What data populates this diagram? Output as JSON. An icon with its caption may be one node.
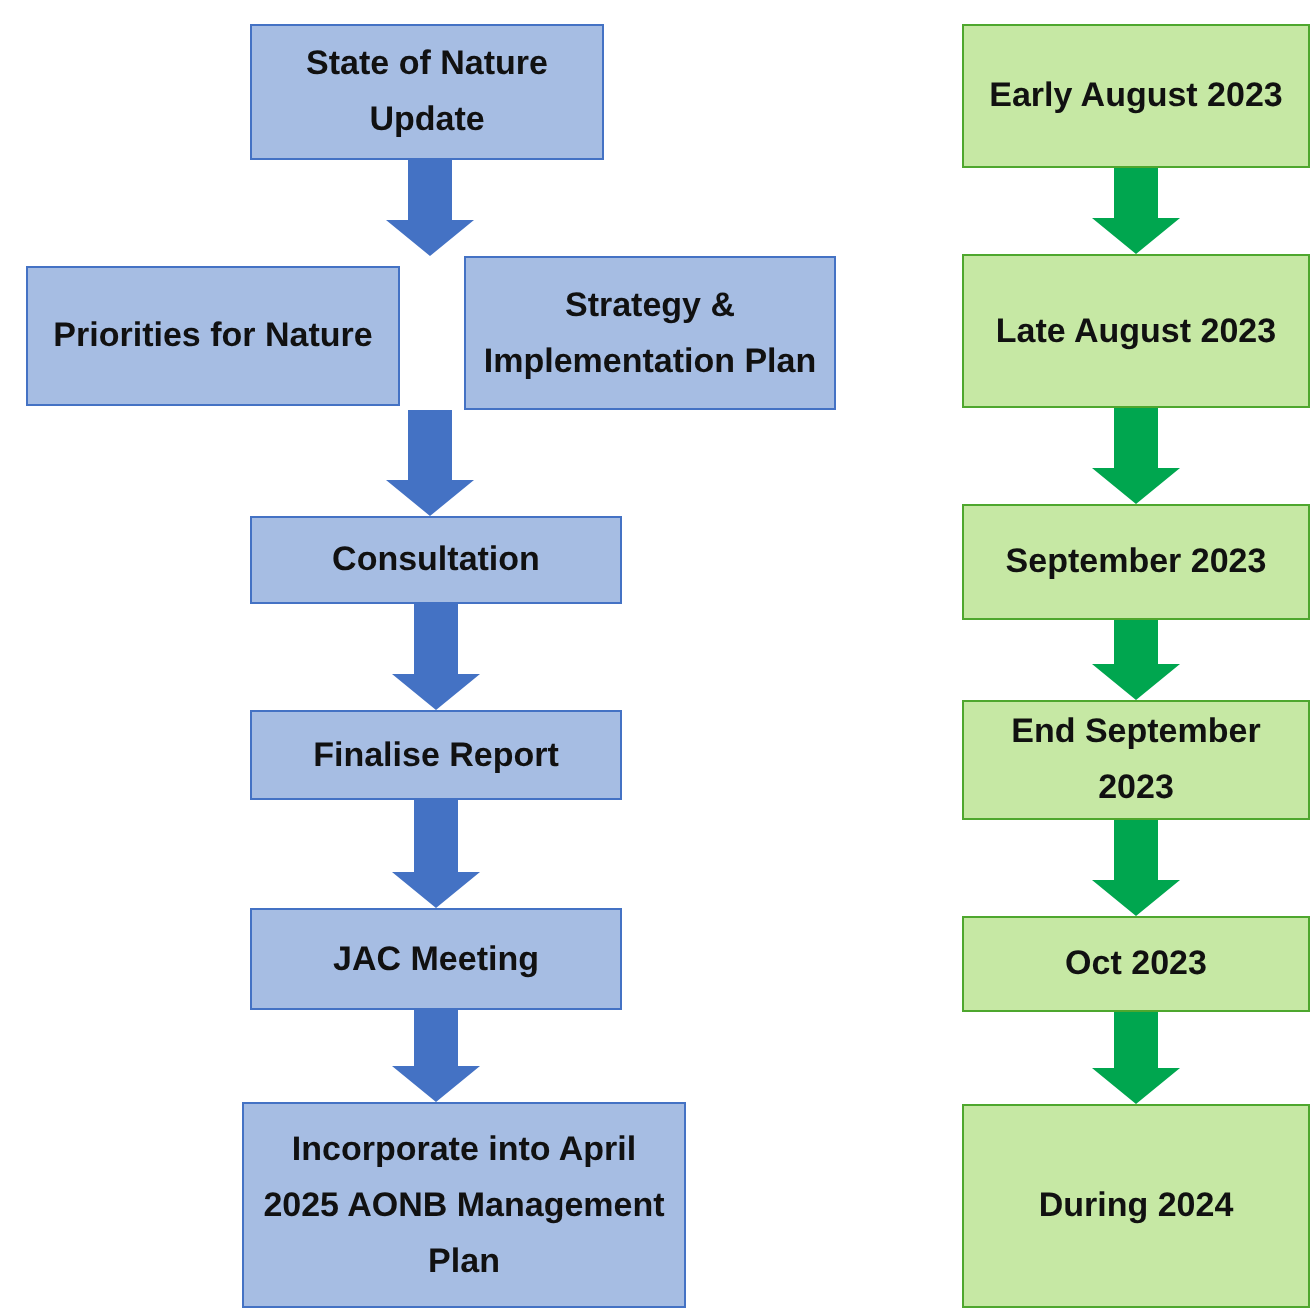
{
  "diagram": {
    "nodes": [
      {
        "text": [
          "State of Nature Update"
        ]
      },
      {
        "text": [
          "Priorities for Nature"
        ]
      },
      {
        "text": [
          "Strategy & Implementation Plan"
        ]
      },
      {
        "text": [
          "Consultation"
        ]
      },
      {
        "text": [
          "Finalise Report"
        ]
      },
      {
        "text": [
          "JAC Meeting"
        ]
      },
      {
        "text": [
          "Incorporate into April 2025 AONB Management Plan"
        ]
      },
      {
        "text": [
          "Early August 2023"
        ]
      },
      {
        "text": [
          "Late August 2023"
        ]
      },
      {
        "text": [
          "September 2023"
        ]
      },
      {
        "text": [
          "End September 2023"
        ]
      },
      {
        "text": [
          "Oct 2023"
        ]
      },
      {
        "text": [
          "During 2024"
        ]
      }
    ],
    "edges": [
      {
        "from": 0,
        "to": 1,
        "arrow": "to",
        "style": "thick"
      },
      {
        "from": 0,
        "to": 2,
        "arrow": "to",
        "style": "thick"
      },
      {
        "from": 1,
        "to": 3,
        "arrow": "to",
        "style": "thick"
      },
      {
        "from": 2,
        "to": 3,
        "arrow": "to",
        "style": "thick"
      },
      {
        "from": 3,
        "to": 4,
        "arrow": "to",
        "style": "thick"
      },
      {
        "from": 4,
        "to": 5,
        "arrow": "to",
        "style": "thick"
      },
      {
        "from": 5,
        "to": 6,
        "arrow": "to",
        "style": "thick"
      },
      {
        "from": 7,
        "to": 8,
        "arrow": "to",
        "style": "thick",
        "color": "#00a64f"
      },
      {
        "from": 8,
        "to": 9,
        "arrow": "to",
        "style": "thick",
        "color": "#00a64f"
      },
      {
        "from": 9,
        "to": 10,
        "arrow": "to",
        "style": "thick",
        "color": "#00a64f"
      },
      {
        "from": 10,
        "to": 11,
        "arrow": "to",
        "style": "thick",
        "color": "#00a64f"
      },
      {
        "from": 11,
        "to": 12,
        "arrow": "to",
        "style": "thick",
        "color": "#00a64f"
      }
    ]
  }
}
